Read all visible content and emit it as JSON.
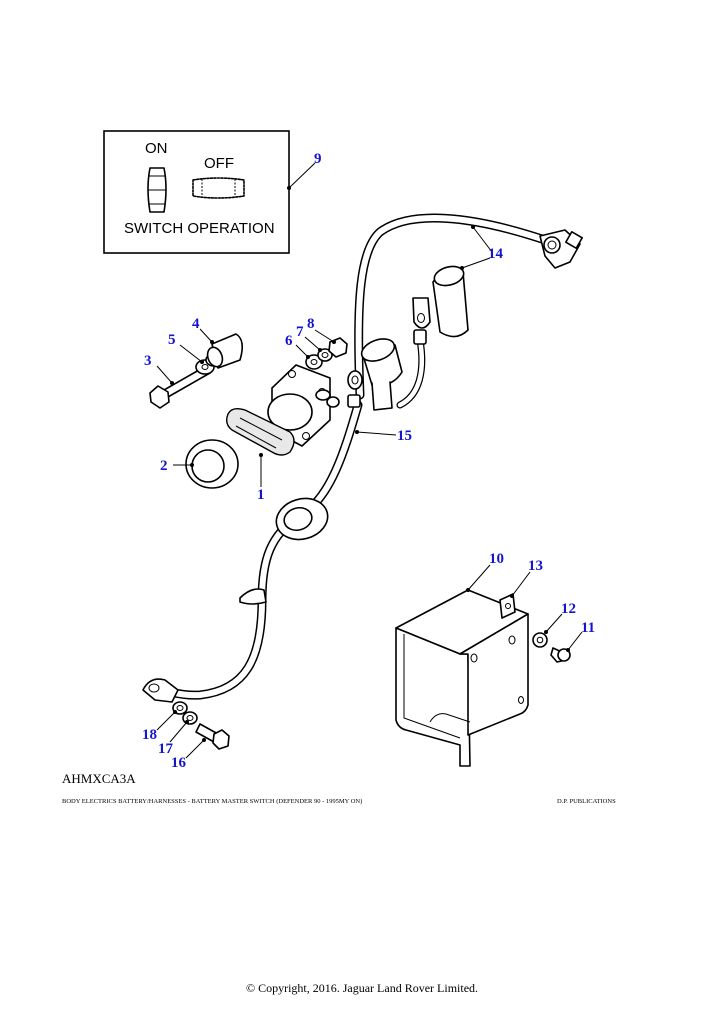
{
  "diagram": {
    "ref_code": "AHMXCA3A",
    "caption_left": "BODY ELECTRICS BATTERY/HARNESSES - BATTERY MASTER SWITCH (DEFENDER 90 - 1995MY ON)",
    "caption_right": "D.P. PUBLICATIONS",
    "inset": {
      "on_label": "ON",
      "off_label": "OFF",
      "title": "SWITCH OPERATION"
    },
    "callouts": [
      "1",
      "2",
      "3",
      "4",
      "5",
      "6",
      "7",
      "8",
      "9",
      "10",
      "11",
      "12",
      "13",
      "14",
      "15",
      "16",
      "17",
      "18"
    ],
    "accent_color": "#1515d0"
  },
  "footer": {
    "copyright": "© Copyright, 2016. Jaguar Land Rover Limited."
  }
}
